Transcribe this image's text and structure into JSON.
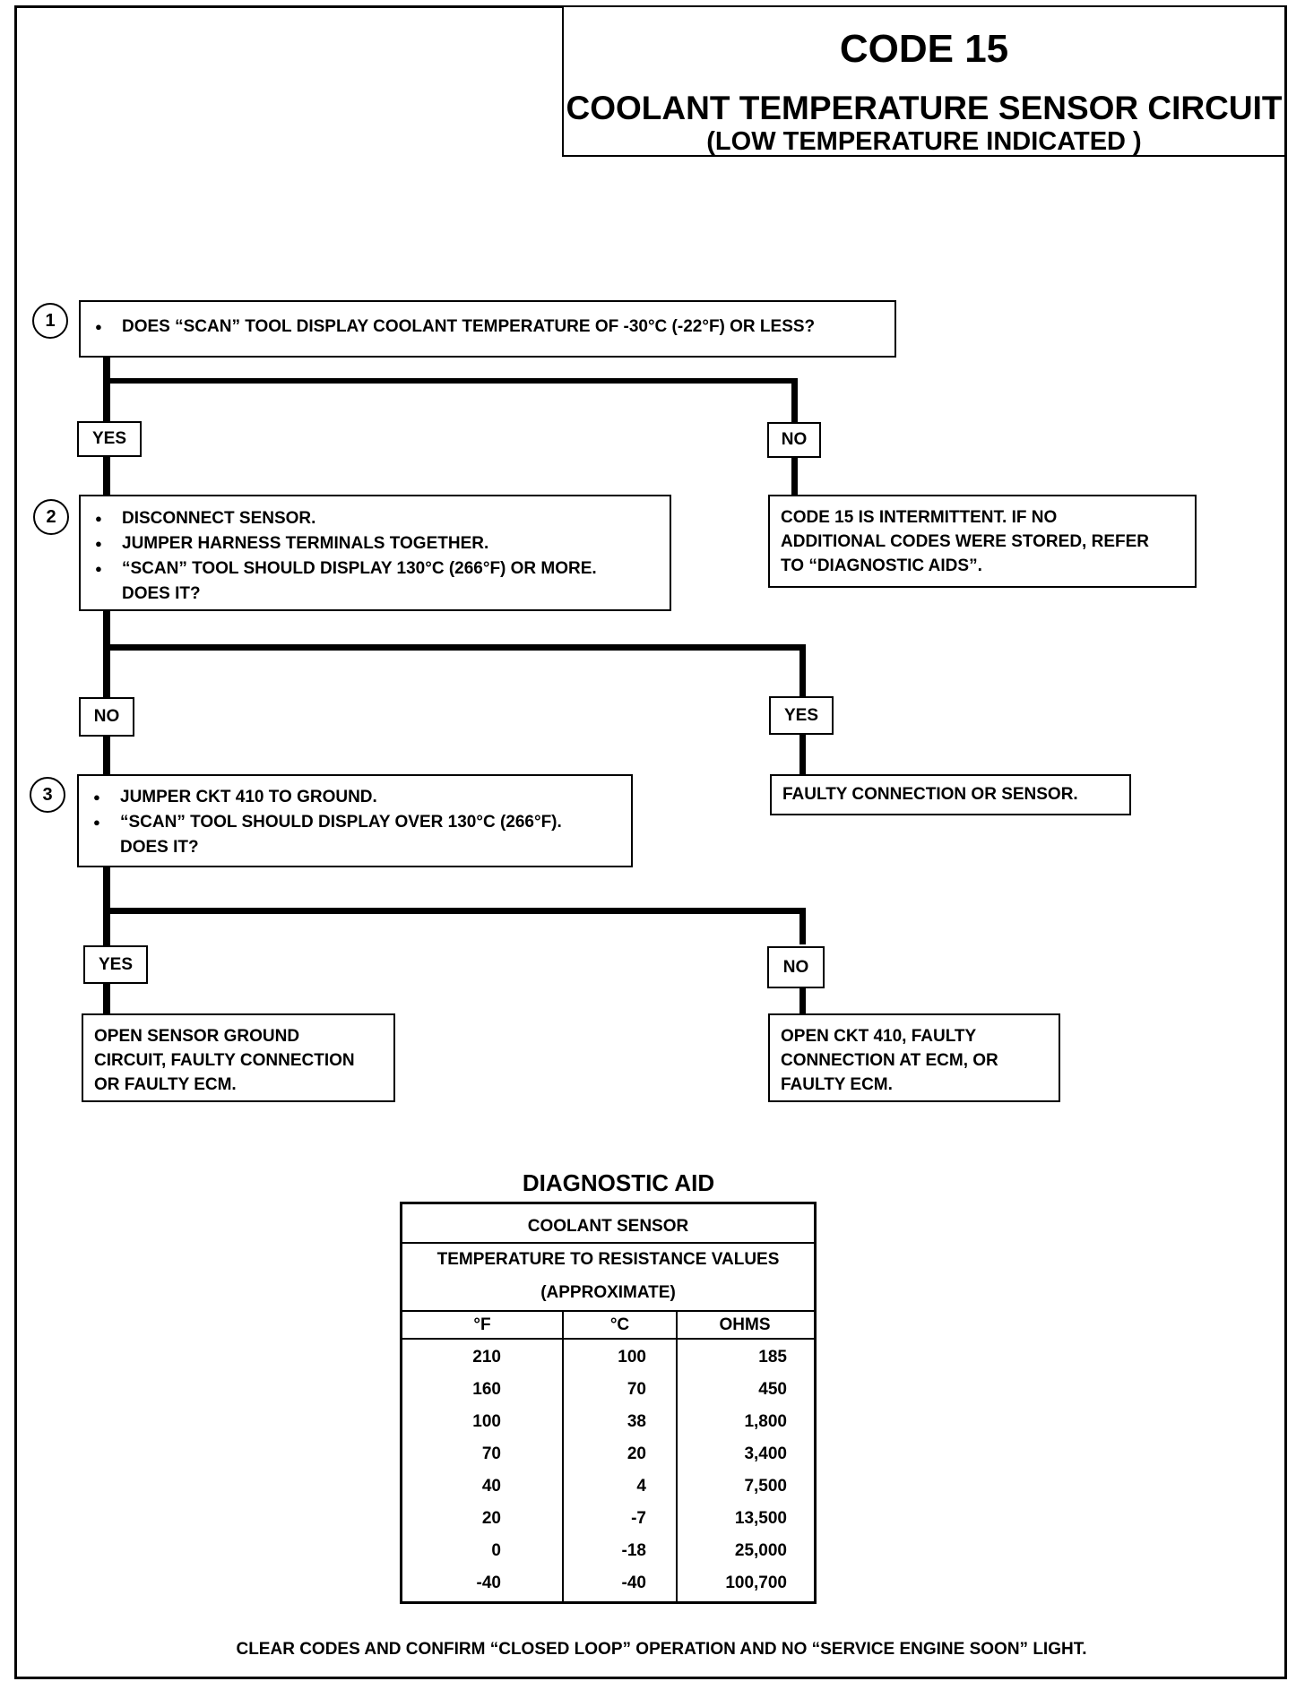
{
  "title": {
    "code": "CODE 15",
    "main": "COOLANT TEMPERATURE SENSOR CIRCUIT",
    "sub": "(LOW TEMPERATURE INDICATED )"
  },
  "steps": [
    {
      "number": "1",
      "bullets": [
        "DOES “SCAN” TOOL DISPLAY COOLANT TEMPERATURE OF -30°C (-22°F) OR LESS?"
      ]
    },
    {
      "number": "2",
      "bullets": [
        "DISCONNECT SENSOR.",
        "JUMPER HARNESS TERMINALS TOGETHER.",
        "“SCAN” TOOL SHOULD DISPLAY 130°C (266°F) OR MORE."
      ],
      "question": "DOES IT?"
    },
    {
      "number": "3",
      "bullets": [
        "JUMPER CKT 410 TO GROUND.",
        "“SCAN” TOOL SHOULD DISPLAY OVER 130°C (266°F)."
      ],
      "question": "DOES IT?"
    }
  ],
  "branch_labels": {
    "s1_yes": "YES",
    "s1_no": "NO",
    "s2_no": "NO",
    "s2_yes": "YES",
    "s3_yes": "YES",
    "s3_no": "NO"
  },
  "results": {
    "s1_no": [
      "CODE 15 IS INTERMITTENT.  IF NO",
      "ADDITIONAL CODES WERE STORED, REFER",
      "TO “DIAGNOSTIC AIDS”."
    ],
    "s2_yes": [
      "FAULTY CONNECTION OR SENSOR."
    ],
    "s3_yes": [
      "OPEN SENSOR GROUND",
      "CIRCUIT, FAULTY CONNECTION",
      "OR FAULTY ECM."
    ],
    "s3_no": [
      "OPEN CKT  410, FAULTY",
      "CONNECTION AT ECM, OR",
      "FAULTY ECM."
    ]
  },
  "diagnostic_aid": {
    "title": "DIAGNOSTIC AID",
    "table_title": "COOLANT SENSOR",
    "table_subtitle_1": "TEMPERATURE TO RESISTANCE VALUES",
    "table_subtitle_2": "(APPROXIMATE)",
    "columns": [
      "°F",
      "°C",
      "OHMS"
    ],
    "rows": [
      [
        "210",
        "100",
        "185"
      ],
      [
        "160",
        "70",
        "450"
      ],
      [
        "100",
        "38",
        "1,800"
      ],
      [
        "70",
        "20",
        "3,400"
      ],
      [
        "40",
        "4",
        "7,500"
      ],
      [
        "20",
        "-7",
        "13,500"
      ],
      [
        "0",
        "-18",
        "25,000"
      ],
      [
        "-40",
        "-40",
        "100,700"
      ]
    ]
  },
  "footer": "CLEAR CODES AND CONFIRM “CLOSED LOOP”  OPERATION AND NO “SERVICE ENGINE SOON” LIGHT."
}
